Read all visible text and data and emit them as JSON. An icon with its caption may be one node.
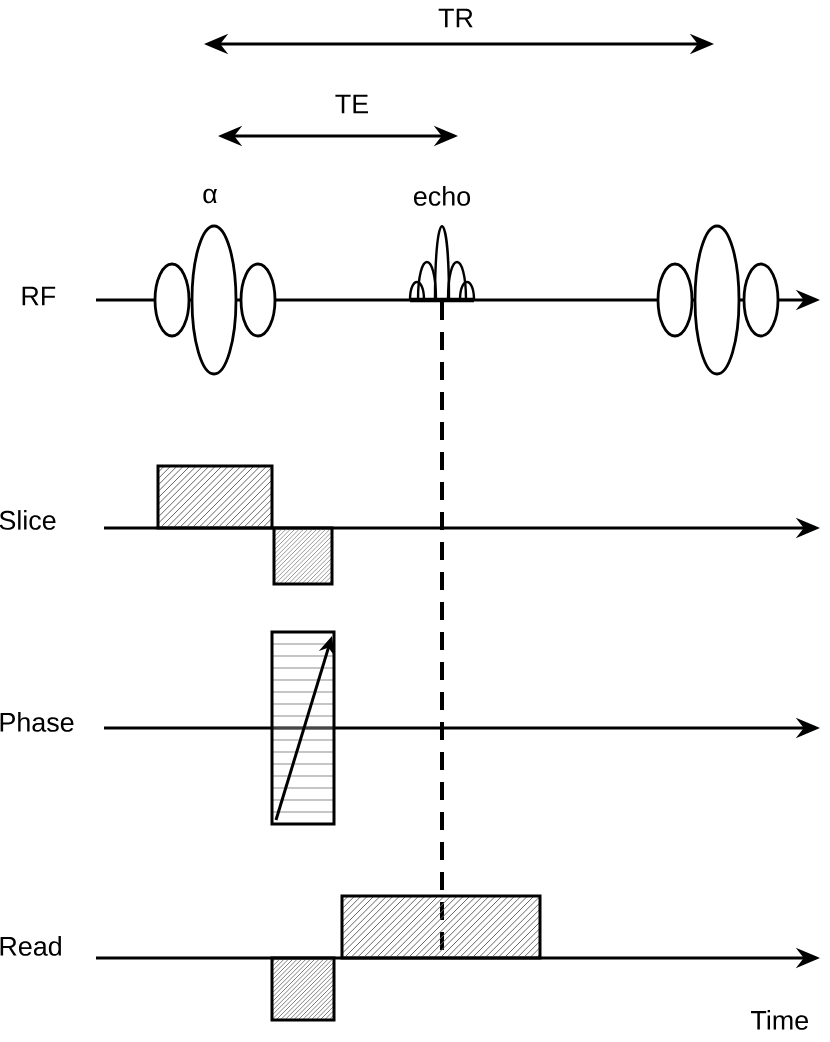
{
  "diagram": {
    "labels": [
      "TR",
      "TE",
      "α",
      "echo",
      "RF",
      "Slice",
      "Phase",
      "Read",
      "Time"
    ]
  }
}
